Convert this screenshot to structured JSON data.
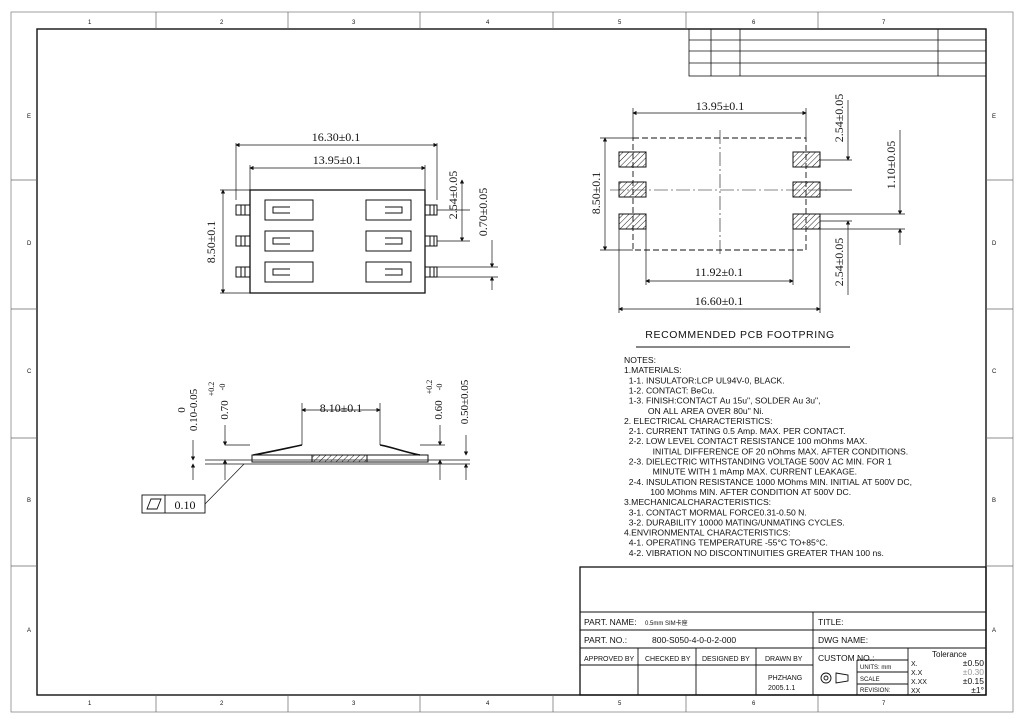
{
  "border": {
    "col_labels": [
      "1",
      "2",
      "3",
      "4",
      "5",
      "6",
      "7"
    ],
    "row_labels": [
      "E",
      "D",
      "C",
      "B",
      "A"
    ]
  },
  "top_view": {
    "dim_overall_width": "16.30±0.1",
    "dim_body_width": "13.95±0.1",
    "dim_height": "8.50±0.1",
    "dim_pitch": "2.54±0.05",
    "dim_pad_width": "0.70±0.05"
  },
  "footprint": {
    "dim_top": "13.95±0.1",
    "dim_pitch_top": "2.54±0.05",
    "dim_pad": "1.10±0.05",
    "dim_height": "8.50±0.1",
    "dim_inner": "11.92±0.1",
    "dim_overall": "16.60±0.1",
    "dim_pitch_bottom": "2.54±0.05",
    "title": "RECOMMENDED PCB FOOTPRING"
  },
  "side_view": {
    "dim_base": "0",
    "dim_base2": "0.10-0.05",
    "dim_left_sup": "+0.2",
    "dim_left_sub": "-0",
    "dim_left_main": "0.70",
    "dim_span": "8.10±0.1",
    "dim_right_sup": "+0.2",
    "dim_right_sub": "-0",
    "dim_right_main": "0.60",
    "dim_right2": "0.50±0.05",
    "flatness": "0.10"
  },
  "notes": [
    "NOTES:",
    "1.MATERIALS:",
    "  1-1. INSULATOR:LCP UL94V-0, BLACK.",
    "  1-2. CONTACT: BeCu.",
    "  1-3. FINISH:CONTACT Au 15u\", SOLDER Au 3u\",",
    "          ON ALL AREA OVER 80u\" Ni.",
    "2. ELECTRICAL CHARACTERISTICS:",
    "  2-1. CURRENT TATING 0.5 Amp. MAX. PER CONTACT.",
    "  2-2. LOW LEVEL CONTACT RESISTANCE 100 mOhms MAX.",
    "            INITIAL DIFFERENCE OF 20 nOhms MAX. AFTER CONDITIONS.",
    "  2-3. DIELECTRIC WITHSTANDING VOLTAGE 500V AC MIN. FOR 1",
    "            MINUTE WITH 1 mAmp MAX. CURRENT LEAKAGE.",
    "  2-4. INSULATION RESISTANCE 1000 MOhms MIN. INITIAL AT 500V DC,",
    "           100 MOhms MIN. AFTER CONDITION AT 500V DC.",
    "3.MECHANICALCHARACTERISTICS:",
    "  3-1. CONTACT MORMAL FORCE0.31-0.50 N.",
    "  3-2. DURABILITY 10000 MATING/UNMATING CYCLES.",
    "4.ENVIRONMENTAL CHARACTERISTICS:",
    "  4-1. OPERATING TEMPERATURE -55°C TO+85°C.",
    "  4-2. VIBRATION NO DISCONTINUITIES GREATER THAN 100 ns."
  ],
  "title_block": {
    "part_name_label": "PART. NAME:",
    "part_name_value": "0.5mm SIM卡座",
    "title_label": "TITLE:",
    "part_no_label": "PART. NO.:",
    "part_no_value": "800-S050-4-0-0-2-000",
    "dwg_name_label": "DWG NAME:",
    "approved_by": "APPROVED BY",
    "checked_by": "CHECKED BY",
    "designed_by": "DESIGNED BY",
    "drawn_by": "DRAWN BY",
    "drawn_name": "PHZHANG",
    "drawn_date": "2005.1.1",
    "custom_no": "CUSTOM NO.:",
    "units": "UNITS: mm",
    "scale": "SCALE",
    "revision": "REVISION:",
    "tolerance_title": "Tolerance",
    "tol_rows": [
      {
        "k": "X.",
        "v": "±0.50"
      },
      {
        "k": "X.X",
        "v": "±0.30"
      },
      {
        "k": "X.XX",
        "v": "±0.15"
      },
      {
        "k": "XX",
        "v": "±1°"
      }
    ]
  }
}
